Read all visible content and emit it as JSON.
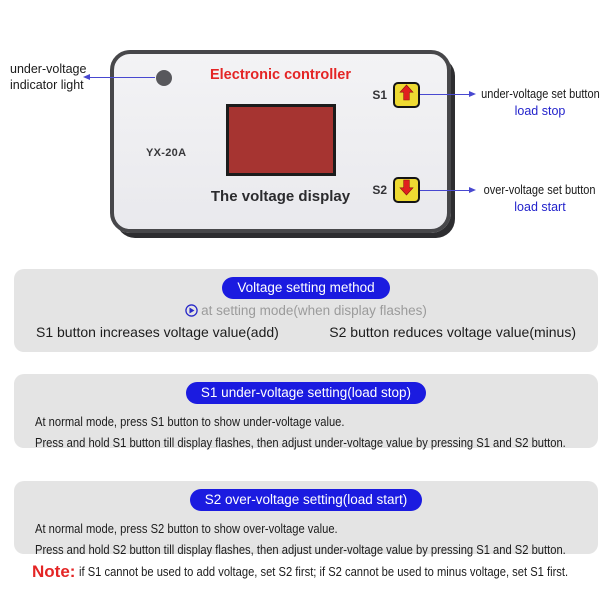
{
  "device": {
    "title": "Electronic controller",
    "model": "YX-20A",
    "display_caption": "The voltage display",
    "s1_label": "S1",
    "s2_label": "S2"
  },
  "callouts": {
    "indicator_line1": "under-voltage",
    "indicator_line2": "indicator light",
    "s1_line1": "under-voltage set button",
    "s1_line2": "load stop",
    "s2_line1": "over-voltage set button",
    "s2_line2": "load start"
  },
  "sections": {
    "method": {
      "heading": "Voltage setting method",
      "subline": "at setting mode(when display flashes)",
      "left": "S1 button increases voltage value(add)",
      "right": "S2 button reduces voltage value(minus)"
    },
    "s1": {
      "heading": "S1 under-voltage setting(load stop)",
      "line1": "At normal mode, press S1 button to show under-voltage value.",
      "line2": "Press and hold S1 button till display flashes, then adjust under-voltage value by pressing S1 and S2 button."
    },
    "s2": {
      "heading": "S2 over-voltage setting(load start)",
      "line1": "At normal mode, press S2 button to show over-voltage value.",
      "line2": "Press and hold S2 button till display flashes, then adjust under-voltage value by pressing S1 and S2 button."
    }
  },
  "note": {
    "label": "Note:",
    "text": "if S1 cannot be used to add voltage, set S2 first;  if S2 cannot be used to minus voltage, set S1 first."
  },
  "colors": {
    "pill_blue": "#1b1be0",
    "callout_blue": "#2323cc",
    "callout_line_blue": "#4848d0",
    "note_red": "#e42525",
    "device_title_red": "#e42525",
    "button_yellow": "#eeda32",
    "arrow_red": "#e01f1f",
    "display_red": "#a63431",
    "section_gray": "#e4e4e4"
  }
}
